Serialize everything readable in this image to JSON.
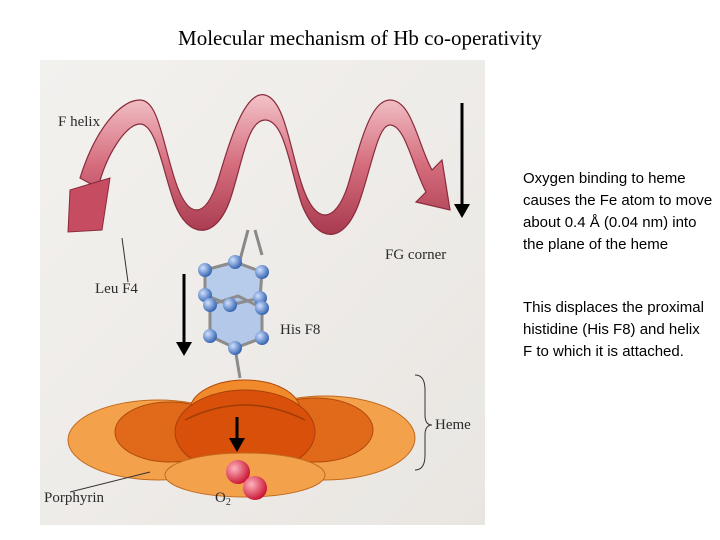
{
  "title": "Molecular mechanism of Hb co-operativity",
  "labels": {
    "f_helix": "F helix",
    "fg_corner": "FG corner",
    "leu_f4": "Leu F4",
    "his_f8": "His F8",
    "heme": "Heme",
    "porphyrin": "Porphyrin",
    "o2_main": "O",
    "o2_sub": "2"
  },
  "paragraphs": [
    "Oxygen binding to heme causes the Fe atom to move about 0.4 Å (0.04 nm) into the plane of the heme",
    "This displaces the proximal histidine (His F8) and helix F to which it is attached."
  ],
  "colors": {
    "helix": "#c8566a",
    "helix_light": "#f0b7bf",
    "heme_dark": "#d8500a",
    "heme_light": "#f4a14b",
    "ring": "#a9c3ea",
    "atom": "#4a7cc8",
    "oxygen": "#e0203c",
    "arrow": "#000000"
  }
}
